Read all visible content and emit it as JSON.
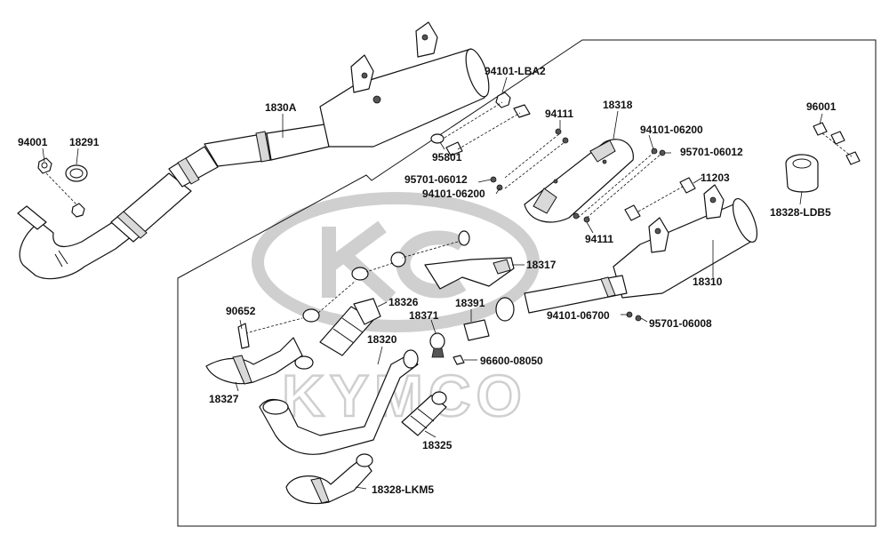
{
  "watermark": {
    "brand": "KYMCO"
  },
  "labels": [
    {
      "id": "94001",
      "text": "94001"
    },
    {
      "id": "18291",
      "text": "18291"
    },
    {
      "id": "1830A",
      "text": "1830A"
    },
    {
      "id": "94101-LBA2",
      "text": "94101-LBA2"
    },
    {
      "id": "95801",
      "text": "95801"
    },
    {
      "id": "94111-top",
      "text": "94111"
    },
    {
      "id": "18318",
      "text": "18318"
    },
    {
      "id": "94101-06200-top",
      "text": "94101-06200"
    },
    {
      "id": "95701-06012-right",
      "text": "95701-06012"
    },
    {
      "id": "95701-06012-left",
      "text": "95701-06012"
    },
    {
      "id": "94101-06200-left",
      "text": "94101-06200"
    },
    {
      "id": "11203",
      "text": "11203"
    },
    {
      "id": "94111-bottom",
      "text": "94111"
    },
    {
      "id": "96001",
      "text": "96001"
    },
    {
      "id": "18328-LDB5",
      "text": "18328-LDB5"
    },
    {
      "id": "18317",
      "text": "18317"
    },
    {
      "id": "18310",
      "text": "18310"
    },
    {
      "id": "90652",
      "text": "90652"
    },
    {
      "id": "18326",
      "text": "18326"
    },
    {
      "id": "18391",
      "text": "18391"
    },
    {
      "id": "18371",
      "text": "18371"
    },
    {
      "id": "94101-06700",
      "text": "94101-06700"
    },
    {
      "id": "95701-06008",
      "text": "95701-06008"
    },
    {
      "id": "18320",
      "text": "18320"
    },
    {
      "id": "96600-08050",
      "text": "96600-08050"
    },
    {
      "id": "18327",
      "text": "18327"
    },
    {
      "id": "18325",
      "text": "18325"
    },
    {
      "id": "18328-LKM5",
      "text": "18328-LKM5"
    }
  ]
}
